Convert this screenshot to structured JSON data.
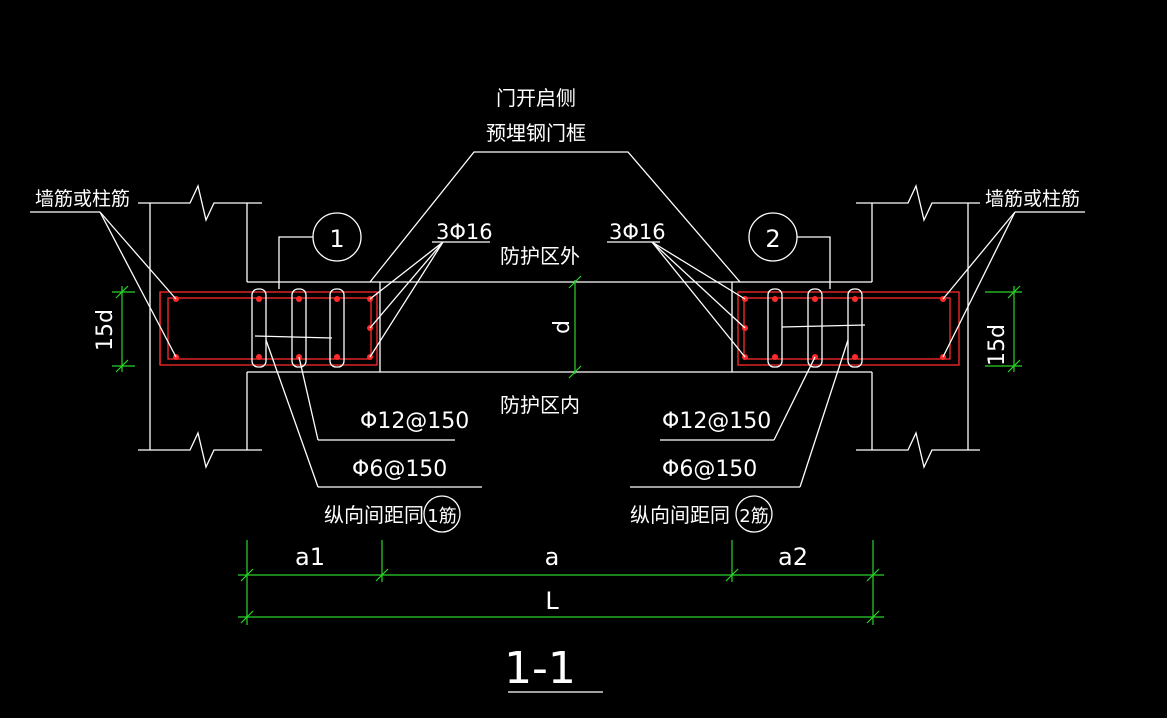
{
  "labels": {
    "door_side": "门开启侧",
    "embedded_frame": "预埋钢门框",
    "wall_rebar_left": "墙筋或柱筋",
    "wall_rebar_right": "墙筋或柱筋",
    "bar_left": "3Φ16",
    "bar_right": "3Φ16",
    "outside": "防护区外",
    "inside": "防护区内",
    "thickness": "d",
    "stirrup_left": "Φ12@150",
    "tie_left": "Φ6@150",
    "stirrup_right": "Φ12@150",
    "tie_right": "Φ6@150",
    "spacing_left": "纵向间距同",
    "spacing_right": "纵向间距同",
    "circle_ref_left": "1筋",
    "circle_ref_right": "2筋",
    "marker_1": "1",
    "marker_2": "2",
    "anchor_left": "15d",
    "anchor_right": "15d",
    "dim_a1": "a1",
    "dim_a": "a",
    "dim_a2": "a2",
    "dim_L": "L",
    "section_title": "1-1"
  },
  "colors": {
    "background": "#000000",
    "lines": "#ffffff",
    "rebar": "#ff2a2a",
    "dimension": "#2bd42b"
  }
}
